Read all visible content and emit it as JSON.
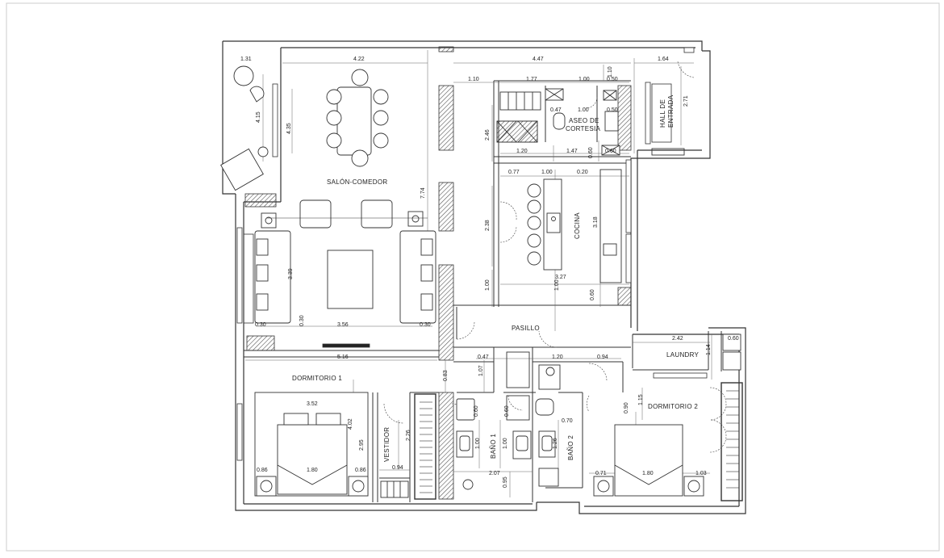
{
  "rooms": {
    "salon": "SALÓN-COMEDOR",
    "cocina": "COCINA",
    "pasillo": "PASILLO",
    "laundry": "LAUNDRY",
    "dormitorio1": "DORMITORIO 1",
    "dormitorio2": "DORMITORIO 2",
    "vestidor": "VESTIDOR",
    "bano1": "BAÑO 1",
    "bano2": "BAÑO 2",
    "aseo_line1": "ASEO DE",
    "aseo_line2": "CORTESIA",
    "hall_line1": "HALL DE",
    "hall_line2": "ENTRADA"
  },
  "dimensions": {
    "d_131": "1.31",
    "d_422": "4.22",
    "d_447": "4.47",
    "d_164": "1.64",
    "d_415": "4.15",
    "d_435": "4.35",
    "d_110a": "1.10",
    "d_177": "1.77",
    "d_100a": "1.00",
    "d_050a": "0.50",
    "d_110b": "1.10",
    "d_047a": "0.47",
    "d_100b": "1.00",
    "d_050b": "0.50",
    "d_271": "2.71",
    "d_246": "2.46",
    "d_120a": "1.20",
    "d_147": "1.47",
    "d_060a": "0.60",
    "d_060b": "0.60",
    "d_077": "0.77",
    "d_100c": "1.00",
    "d_020": "0.20",
    "d_774": "7.74",
    "d_238": "2.38",
    "d_318": "3.18",
    "d_327": "3.27",
    "d_100d": "1.00",
    "d_100e": "1.00",
    "d_060c": "0.60",
    "d_339": "3.39",
    "d_030a": "0.30",
    "d_356": "3.56",
    "d_030b": "0.30",
    "d_030c": "0.30",
    "d_242": "2.42",
    "d_060d": "0.60",
    "d_114": "1.14",
    "d_516": "5.16",
    "d_047b": "0.47",
    "d_120b": "1.20",
    "d_094a": "0.94",
    "d_083": "0.83",
    "d_107": "1.07",
    "d_352": "3.52",
    "d_402": "4.02",
    "d_295": "2.95",
    "d_226": "2.26",
    "d_060e": "0.60",
    "d_060f": "0.60",
    "d_100f": "1.00",
    "d_100g": "1.00",
    "d_070": "0.70",
    "d_126": "1.26",
    "d_115": "1.15",
    "d_090": "0.90",
    "d_086a": "0.86",
    "d_180a": "1.80",
    "d_086b": "0.86",
    "d_094b": "0.94",
    "d_207": "2.07",
    "d_095": "0.95",
    "d_071": "0.71",
    "d_180b": "1.80",
    "d_103": "1.03"
  },
  "colors": {
    "line": "#333333",
    "wall_fill": "#ffffff",
    "hatch": "#555555",
    "page_border": "#cccccc"
  }
}
